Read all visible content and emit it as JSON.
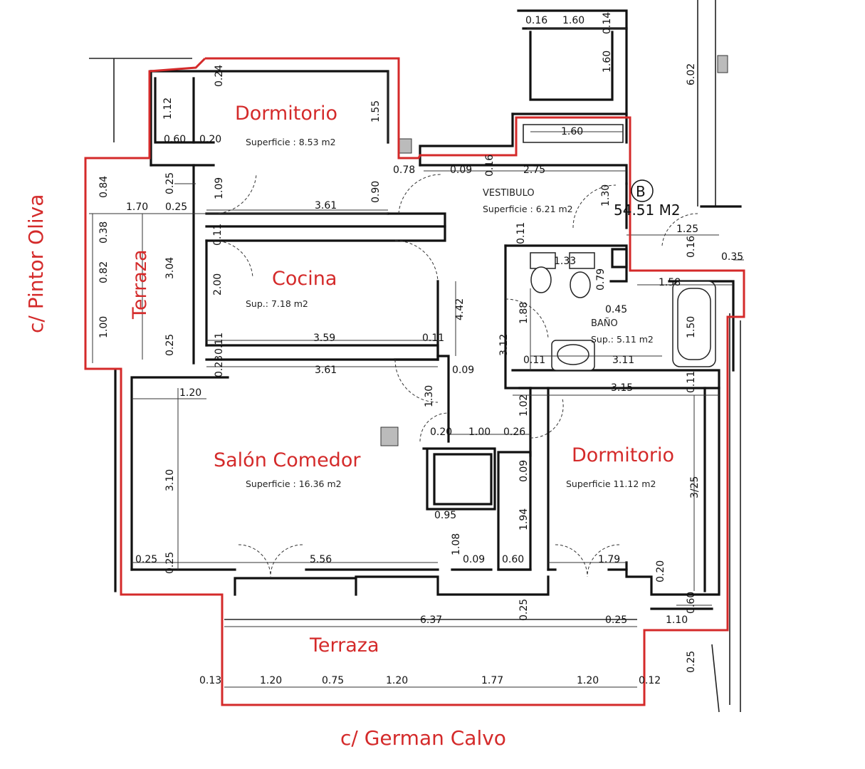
{
  "rooms": {
    "dormitorio_1": {
      "name": "Dormitorio",
      "area": "Superficie :  8.53  m2"
    },
    "cocina": {
      "name": "Cocina",
      "area": "Sup.: 7.18  m2"
    },
    "salon": {
      "name": "Salón Comedor",
      "area": "Superficie :  16.36  m2"
    },
    "dormitorio_2": {
      "name": "Dormitorio",
      "area": "Superficie     11.12  m2"
    },
    "terraza_side": {
      "name": "Terraza"
    },
    "terraza_front": {
      "name": "Terraza"
    },
    "vestibulo": {
      "name": "VESTIBULO",
      "area": "Superficie :  6.21  m2"
    },
    "bano": {
      "name": "BAÑO",
      "area": "Sup.:  5.11  m2"
    }
  },
  "streets": {
    "left": "c/ Pintor Oliva",
    "bottom": "c/ German Calvo"
  },
  "unit": {
    "letter": "B",
    "total": "54.51  M2"
  },
  "dimensions": {
    "d016a": "0.16",
    "d160a": "1.60",
    "d014": "0.14",
    "d160b": "1.60",
    "d602": "6.02",
    "d024": "0.24",
    "d155": "1.55",
    "d112": "1.12",
    "d060a": "0.60",
    "d020a": "0.20",
    "d160c": "1.60",
    "d078": "0.78",
    "d009a": "0.09",
    "d016b": "0.16",
    "d275": "2.75",
    "d084": "0.84",
    "d025a": "0.25",
    "d109": "1.09",
    "d090": "0.90",
    "d130a": "1.30",
    "d170": "1.70",
    "d025b": "0.25",
    "d361a": "3.61",
    "d125": "1.25",
    "d038": "0.38",
    "d011a": "0.11",
    "d011b": "0.11",
    "d016c": "0.16",
    "d035": "0.35",
    "d133": "1.33",
    "d082": "0.82",
    "d304": "3.04",
    "d079": "0.79",
    "d158": "1.58",
    "d200": "2.00",
    "d045": "0.45",
    "d442": "4.42",
    "d188": "1.88",
    "d150": "1.50",
    "d100": "1.00",
    "d359": "3.59",
    "d011c": "0.11",
    "d312": "3.12",
    "d025c": "0.25",
    "d011d": "0.11",
    "d011e": "0.11",
    "d311": "3.11",
    "d023": "0.23",
    "d361b": "3.61",
    "d009b": "0.09",
    "d315": "3.15",
    "d011f": "0.11",
    "d120a": "1.20",
    "d130b": "1.30",
    "d102": "1.02",
    "d020b": "0.20",
    "d100b": "1.00",
    "d026": "0.26",
    "d310": "3.10",
    "d009c": "0.09",
    "d325": "3/25",
    "d095": "0.95",
    "d194": "1.94",
    "d108": "1.08",
    "d025d": "0.25",
    "d025e": "0.25",
    "d556": "5.56",
    "d009d": "0.09",
    "d060b": "0.60",
    "d179": "1.79",
    "d020c": "0.20",
    "d025f": "0.25",
    "d060c": "0.60",
    "d637": "6.37",
    "d025g": "0.25",
    "d110": "1.10",
    "d025h": "0.25",
    "d013": "0.13",
    "d120b": "1.20",
    "d075": "0.75",
    "d120c": "1.20",
    "d177": "1.77",
    "d120d": "1.20",
    "d012": "0.12"
  },
  "colors": {
    "accent": "#d42a2a",
    "ink": "#111111"
  }
}
